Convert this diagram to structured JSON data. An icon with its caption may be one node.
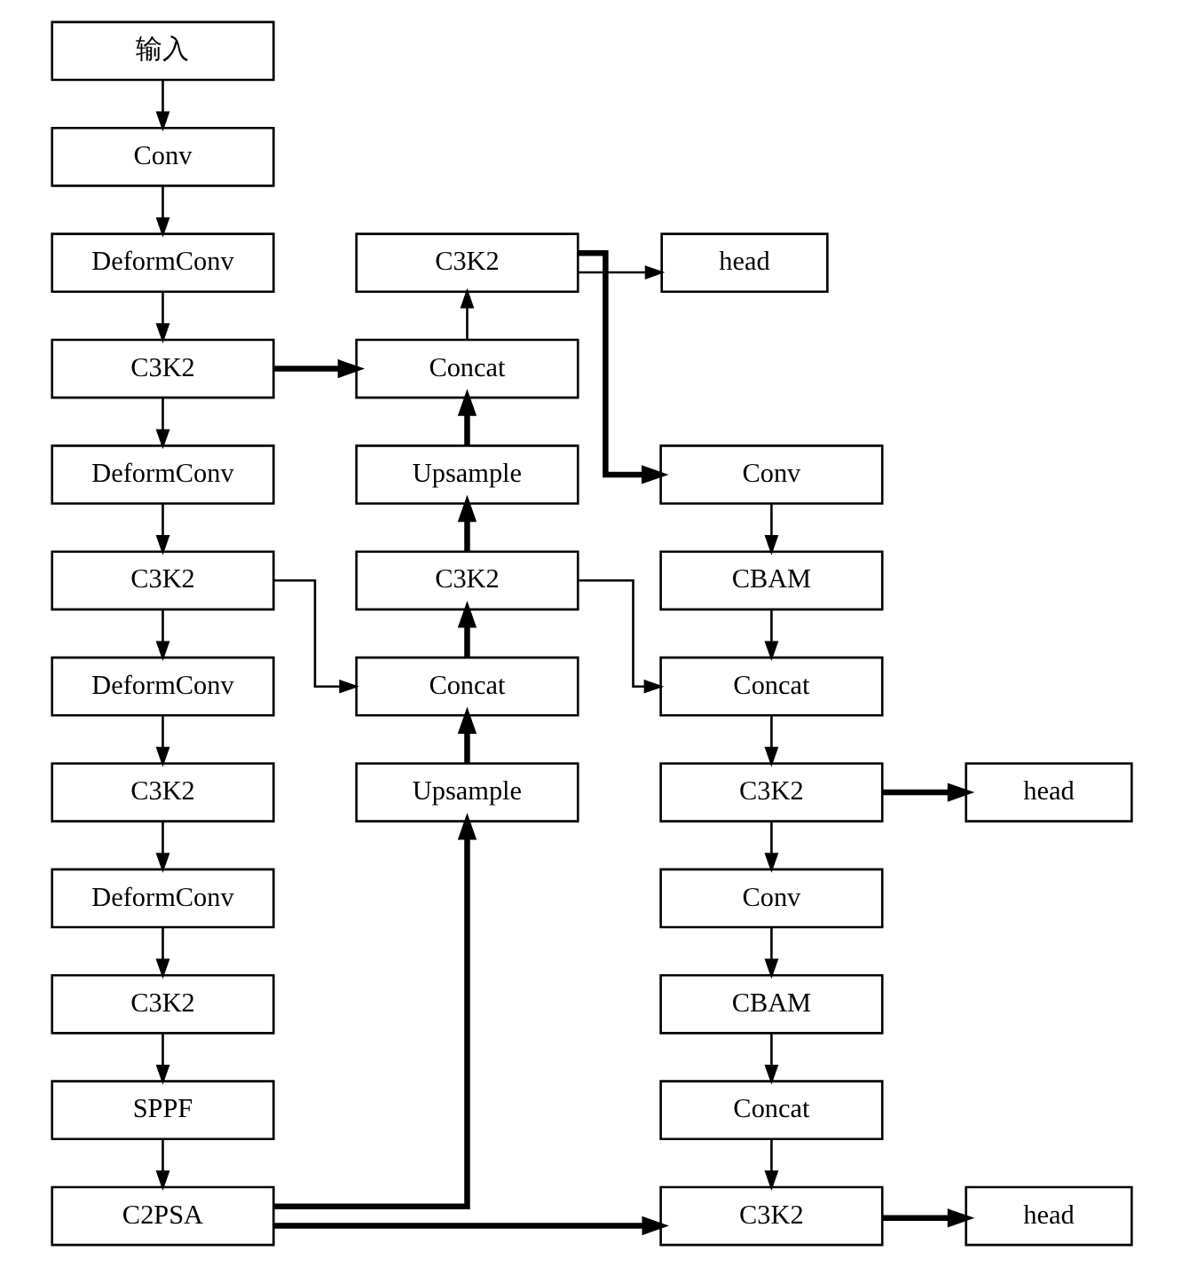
{
  "diagram": {
    "nodes": [
      {
        "text": [
          "输入"
        ]
      },
      {
        "text": [
          "Conv"
        ]
      },
      {
        "text": [
          "DeformConv"
        ]
      },
      {
        "text": [
          "C3K2"
        ]
      },
      {
        "text": [
          "DeformConv"
        ]
      },
      {
        "text": [
          "C3K2"
        ]
      },
      {
        "text": [
          "DeformConv"
        ]
      },
      {
        "text": [
          "C3K2"
        ]
      },
      {
        "text": [
          "DeformConv"
        ]
      },
      {
        "text": [
          "C3K2"
        ]
      },
      {
        "text": [
          "SPPF"
        ]
      },
      {
        "text": [
          "C2PSA"
        ]
      },
      {
        "text": [
          "C3K2"
        ]
      },
      {
        "text": [
          "Concat"
        ]
      },
      {
        "text": [
          "Upsample"
        ]
      },
      {
        "text": [
          "C3K2"
        ]
      },
      {
        "text": [
          "Concat"
        ]
      },
      {
        "text": [
          "Upsample"
        ]
      },
      {
        "text": [
          "Conv"
        ]
      },
      {
        "text": [
          "CBAM"
        ]
      },
      {
        "text": [
          "Concat"
        ]
      },
      {
        "text": [
          "C3K2"
        ]
      },
      {
        "text": [
          "Conv"
        ]
      },
      {
        "text": [
          "CBAM"
        ]
      },
      {
        "text": [
          "Concat"
        ]
      },
      {
        "text": [
          "C3K2"
        ]
      },
      {
        "text": [
          "head"
        ]
      },
      {
        "text": [
          "head"
        ]
      },
      {
        "text": [
          "head"
        ]
      }
    ],
    "edges": [
      {
        "from": 0,
        "to": 1,
        "arrow": "to"
      },
      {
        "from": 1,
        "to": 2,
        "arrow": "to"
      },
      {
        "from": 2,
        "to": 3,
        "arrow": "to"
      },
      {
        "from": 3,
        "to": 4,
        "arrow": "to"
      },
      {
        "from": 4,
        "to": 5,
        "arrow": "to"
      },
      {
        "from": 5,
        "to": 6,
        "arrow": "to"
      },
      {
        "from": 6,
        "to": 7,
        "arrow": "to"
      },
      {
        "from": 7,
        "to": 8,
        "arrow": "to"
      },
      {
        "from": 8,
        "to": 9,
        "arrow": "to"
      },
      {
        "from": 9,
        "to": 10,
        "arrow": "to"
      },
      {
        "from": 10,
        "to": 11,
        "arrow": "to"
      },
      {
        "from": 3,
        "to": 13,
        "arrow": "to",
        "style": "thick"
      },
      {
        "from": 5,
        "to": 16,
        "arrow": "to"
      },
      {
        "from": 11,
        "to": 17,
        "arrow": "to",
        "style": "thick"
      },
      {
        "from": 11,
        "to": 25,
        "arrow": "to",
        "style": "thick"
      },
      {
        "from": 17,
        "to": 16,
        "arrow": "to",
        "style": "thick"
      },
      {
        "from": 16,
        "to": 15,
        "arrow": "to",
        "style": "thick"
      },
      {
        "from": 15,
        "to": 14,
        "arrow": "to",
        "style": "thick"
      },
      {
        "from": 14,
        "to": 13,
        "arrow": "to",
        "style": "thick"
      },
      {
        "from": 13,
        "to": 12,
        "arrow": "to"
      },
      {
        "from": 15,
        "to": 20,
        "arrow": "to"
      },
      {
        "from": 12,
        "to": 26,
        "arrow": "to"
      },
      {
        "from": 12,
        "to": 18,
        "arrow": "to",
        "style": "thick"
      },
      {
        "from": 18,
        "to": 19,
        "arrow": "to"
      },
      {
        "from": 19,
        "to": 20,
        "arrow": "to"
      },
      {
        "from": 20,
        "to": 21,
        "arrow": "to"
      },
      {
        "from": 21,
        "to": 22,
        "arrow": "to"
      },
      {
        "from": 22,
        "to": 23,
        "arrow": "to"
      },
      {
        "from": 23,
        "to": 24,
        "arrow": "to"
      },
      {
        "from": 24,
        "to": 25,
        "arrow": "to"
      },
      {
        "from": 21,
        "to": 27,
        "arrow": "to",
        "style": "thick"
      },
      {
        "from": 25,
        "to": 28,
        "arrow": "to",
        "style": "thick"
      }
    ]
  }
}
